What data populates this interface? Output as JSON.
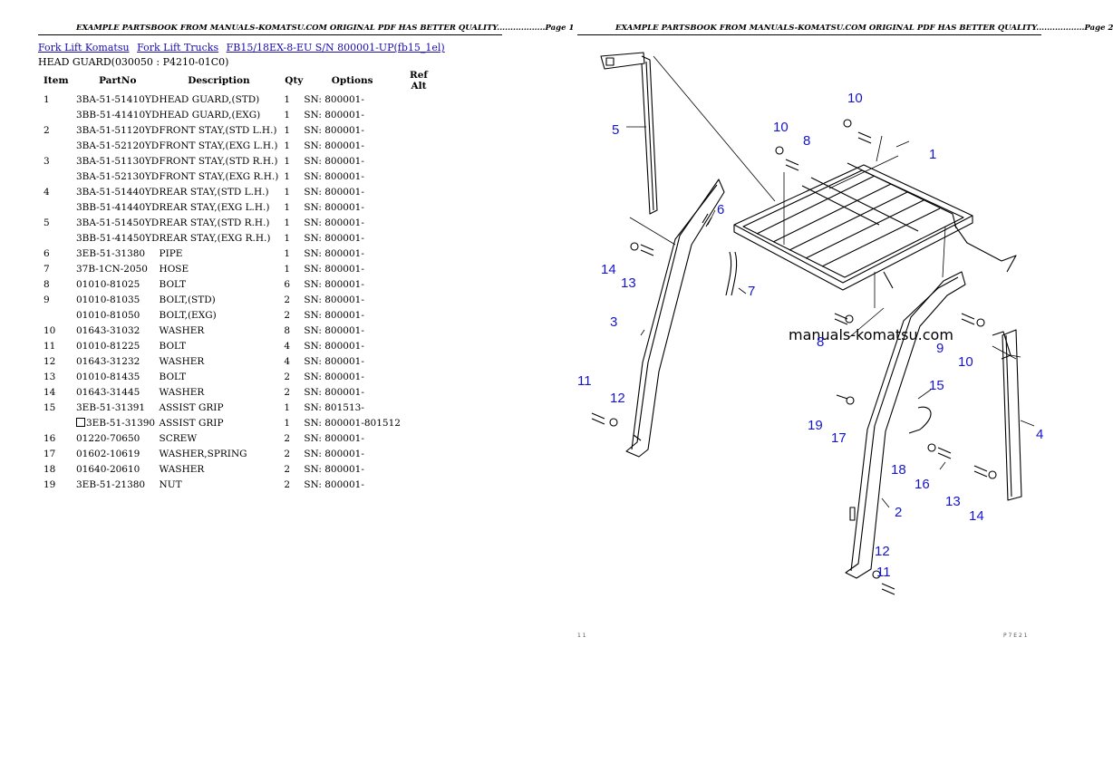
{
  "page1": {
    "header": "EXAMPLE PARTSBOOK FROM MANUALS-KOMATSU.COM ORIGINAL PDF HAS BETTER QUALITY..................Page 1",
    "breadcrumbs": [
      "Fork Lift Komatsu",
      "Fork Lift Trucks",
      "FB15/18EX-8-EU S/N 800001-UP(fb15_1el)"
    ],
    "subtitle": "HEAD GUARD(030050 : P4210-01C0)",
    "columns": [
      "Item",
      "PartNo",
      "Description",
      "Qty",
      "Options",
      "Ref Alt"
    ],
    "rows": [
      {
        "item": "1",
        "part": "3BA-51-51410YD",
        "desc": "HEAD GUARD,(STD)",
        "qty": "1",
        "opt": "SN: 800001-",
        "ref": ""
      },
      {
        "item": "",
        "part": "3BB-51-41410YD",
        "desc": "HEAD GUARD,(EXG)",
        "qty": "1",
        "opt": "SN: 800001-",
        "ref": ""
      },
      {
        "item": "2",
        "part": "3BA-51-51120YD",
        "desc": "FRONT STAY,(STD L.H.)",
        "qty": "1",
        "opt": "SN: 800001-",
        "ref": ""
      },
      {
        "item": "",
        "part": "3BA-51-52120YD",
        "desc": "FRONT STAY,(EXG L.H.)",
        "qty": "1",
        "opt": "SN: 800001-",
        "ref": ""
      },
      {
        "item": "3",
        "part": "3BA-51-51130YD",
        "desc": "FRONT STAY,(STD R.H.)",
        "qty": "1",
        "opt": "SN: 800001-",
        "ref": ""
      },
      {
        "item": "",
        "part": "3BA-51-52130YD",
        "desc": "FRONT STAY,(EXG R.H.)",
        "qty": "1",
        "opt": "SN: 800001-",
        "ref": ""
      },
      {
        "item": "4",
        "part": "3BA-51-51440YD",
        "desc": "REAR STAY,(STD L.H.)",
        "qty": "1",
        "opt": "SN: 800001-",
        "ref": ""
      },
      {
        "item": "",
        "part": "3BB-51-41440YD",
        "desc": "REAR STAY,(EXG L.H.)",
        "qty": "1",
        "opt": "SN: 800001-",
        "ref": ""
      },
      {
        "item": "5",
        "part": "3BA-51-51450YD",
        "desc": "REAR STAY,(STD R.H.)",
        "qty": "1",
        "opt": "SN: 800001-",
        "ref": ""
      },
      {
        "item": "",
        "part": "3BB-51-41450YD",
        "desc": "REAR STAY,(EXG R.H.)",
        "qty": "1",
        "opt": "SN: 800001-",
        "ref": ""
      },
      {
        "item": "6",
        "part": "3EB-51-31380",
        "desc": "PIPE",
        "qty": "1",
        "opt": "SN: 800001-",
        "ref": ""
      },
      {
        "item": "7",
        "part": "37B-1CN-2050",
        "desc": "HOSE",
        "qty": "1",
        "opt": "SN: 800001-",
        "ref": ""
      },
      {
        "item": "8",
        "part": "01010-81025",
        "desc": "BOLT",
        "qty": "6",
        "opt": "SN: 800001-",
        "ref": ""
      },
      {
        "item": "9",
        "part": "01010-81035",
        "desc": "BOLT,(STD)",
        "qty": "2",
        "opt": "SN: 800001-",
        "ref": ""
      },
      {
        "item": "",
        "part": "01010-81050",
        "desc": "BOLT,(EXG)",
        "qty": "2",
        "opt": "SN: 800001-",
        "ref": ""
      },
      {
        "item": "10",
        "part": "01643-31032",
        "desc": "WASHER",
        "qty": "8",
        "opt": "SN: 800001-",
        "ref": ""
      },
      {
        "item": "11",
        "part": "01010-81225",
        "desc": "BOLT",
        "qty": "4",
        "opt": "SN: 800001-",
        "ref": ""
      },
      {
        "item": "12",
        "part": "01643-31232",
        "desc": "WASHER",
        "qty": "4",
        "opt": "SN: 800001-",
        "ref": ""
      },
      {
        "item": "13",
        "part": "01010-81435",
        "desc": "BOLT",
        "qty": "2",
        "opt": "SN: 800001-",
        "ref": ""
      },
      {
        "item": "14",
        "part": "01643-31445",
        "desc": "WASHER",
        "qty": "2",
        "opt": "SN: 800001-",
        "ref": ""
      },
      {
        "item": "15",
        "part": "3EB-51-31391",
        "desc": "ASSIST GRIP",
        "qty": "1",
        "opt": "SN: 801513-",
        "ref": ""
      },
      {
        "item": "",
        "part": "3EB-51-31390",
        "desc": "ASSIST GRIP",
        "qty": "1",
        "opt": "SN: 800001-801512",
        "ref": "",
        "boxed": true
      },
      {
        "item": "16",
        "part": "01220-70650",
        "desc": "SCREW",
        "qty": "2",
        "opt": "SN: 800001-",
        "ref": ""
      },
      {
        "item": "17",
        "part": "01602-10619",
        "desc": "WASHER,SPRING",
        "qty": "2",
        "opt": "SN: 800001-",
        "ref": ""
      },
      {
        "item": "18",
        "part": "01640-20610",
        "desc": "WASHER",
        "qty": "2",
        "opt": "SN: 800001-",
        "ref": ""
      },
      {
        "item": "19",
        "part": "3EB-51-21380",
        "desc": "NUT",
        "qty": "2",
        "opt": "SN: 800001-",
        "ref": ""
      }
    ]
  },
  "page2": {
    "header": "EXAMPLE PARTSBOOK FROM MANUALS-KOMATSU.COM ORIGINAL PDF HAS BETTER QUALITY..................Page 2",
    "watermark": "manuals-komatsu.com",
    "callout_color": "#1515c8",
    "callouts": [
      "1",
      "2",
      "3",
      "4",
      "5",
      "6",
      "7",
      "8",
      "8",
      "9",
      "10",
      "10",
      "10",
      "11",
      "11",
      "12",
      "12",
      "13",
      "13",
      "14",
      "14",
      "15",
      "16",
      "17",
      "18",
      "19"
    ],
    "footer_left": "1 1",
    "footer_right": "P 7 E 2 1"
  }
}
